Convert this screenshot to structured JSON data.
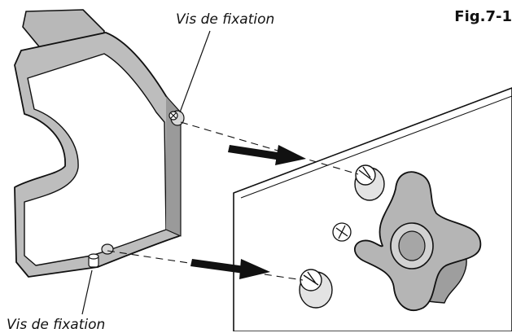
{
  "figure": {
    "number": "Fig.7-1",
    "callouts": [
      {
        "id": "top",
        "text": "Vis de fixation"
      },
      {
        "id": "bottom",
        "text": "Vis de fixation"
      }
    ]
  }
}
